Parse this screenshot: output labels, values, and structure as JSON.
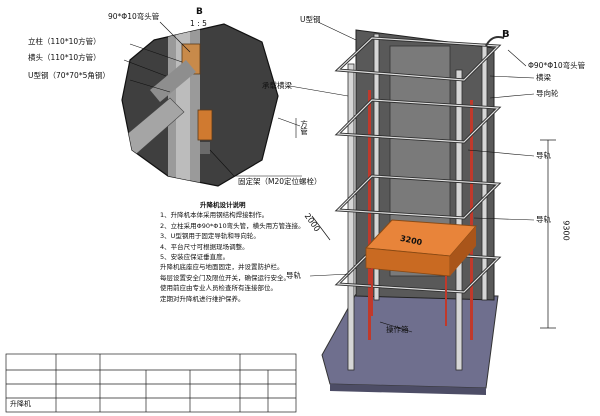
{
  "detail": {
    "label": "B",
    "scale": "1 : 5",
    "callouts": [
      "90*Φ10弯头管",
      "立柱（110*10方管）",
      "横头（110*10方管）",
      "U型钢（70*70*5角钢）",
      "方管",
      "固定架（M20定位螺栓）"
    ]
  },
  "main": {
    "detail_marker": "B",
    "callouts_left": [
      "U型钢",
      "承载横梁",
      "导轨",
      "操作箱"
    ],
    "callouts_right": [
      "Φ90*Φ10弯头管",
      "横梁",
      "导向轮",
      "导轨",
      "导轨"
    ],
    "dim_height": "9300",
    "dim_floor": "2000",
    "platform_label": "3200"
  },
  "notes": {
    "title": "升降机设计说明",
    "lines": [
      "1、升降机本体采用钢结构焊接制作。",
      "2、立柱采用Φ90*Φ10弯头管，横头用方管连接。",
      "3、U型钢用于固定导轨和导向轮。",
      "4、平台尺寸可根据现场调整。",
      "5、安装应保证垂直度。",
      "升降机底座应与地面固定，并设置防护栏。",
      "每层设置安全门及限位开关，确保运行安全。",
      "使用前应由专业人员检查所有连接部位。",
      "定期对升降机进行维护保养。"
    ]
  },
  "titleblock": {
    "cell_text": "升降机"
  }
}
